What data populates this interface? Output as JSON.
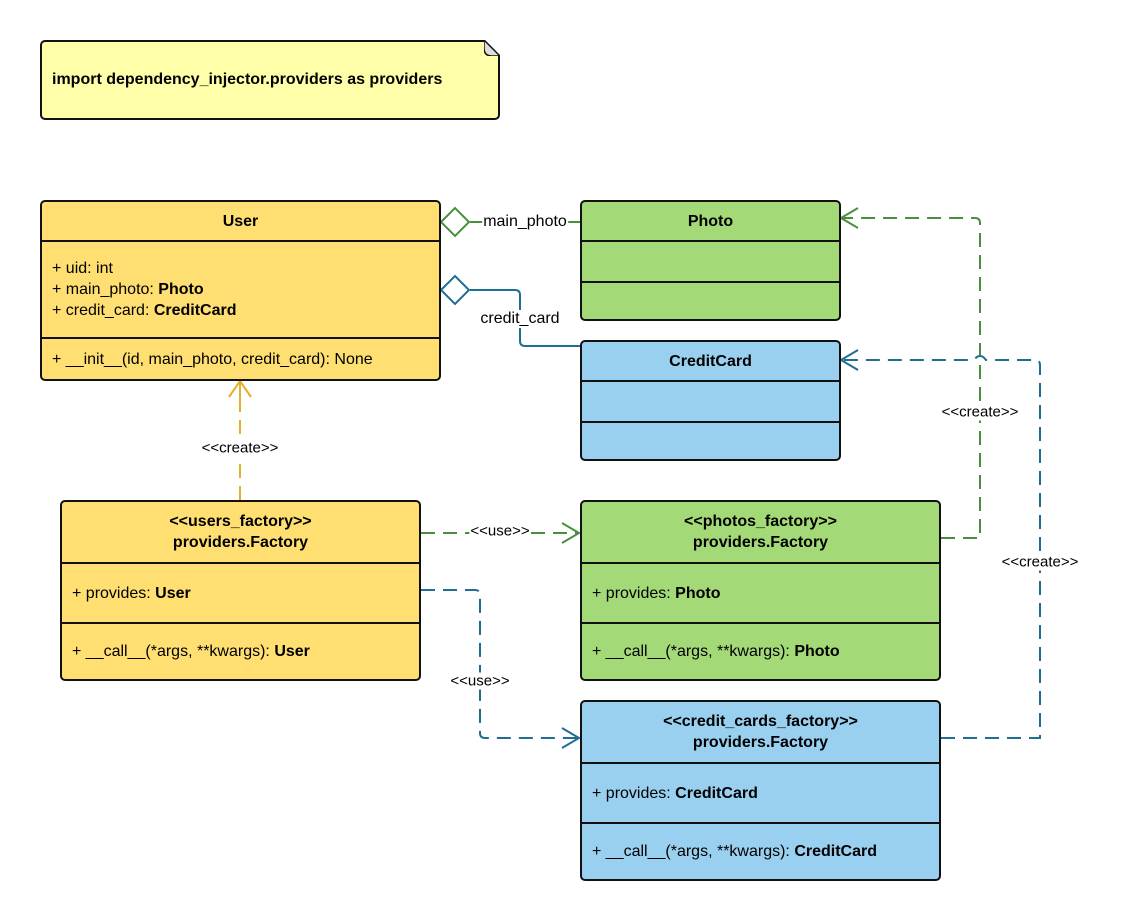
{
  "note": {
    "text": "import dependency_injector.providers as providers"
  },
  "classes": {
    "user": {
      "title": "User",
      "attrs": [
        {
          "prefix": "+ uid: int",
          "type": ""
        },
        {
          "prefix": "+ main_photo: ",
          "type": "Photo"
        },
        {
          "prefix": "+ credit_card: ",
          "type": "CreditCard"
        }
      ],
      "method": "+ __init__(id, main_photo, credit_card): None"
    },
    "photo": {
      "title": "Photo"
    },
    "credit_card": {
      "title": "CreditCard"
    },
    "users_factory": {
      "stereotype": "<<users_factory>>",
      "title": "providers.Factory",
      "provides_prefix": "+ provides: ",
      "provides_type": "User",
      "call_prefix": "+ __call__(*args, **kwargs): ",
      "call_type": "User"
    },
    "photos_factory": {
      "stereotype": "<<photos_factory>>",
      "title": "providers.Factory",
      "provides_prefix": "+ provides: ",
      "provides_type": "Photo",
      "call_prefix": "+ __call__(*args, **kwargs): ",
      "call_type": "Photo"
    },
    "credit_cards_factory": {
      "stereotype": "<<credit_cards_factory>>",
      "title": "providers.Factory",
      "provides_prefix": "+ provides: ",
      "provides_type": "CreditCard",
      "call_prefix": "+ __call__(*args, **kwargs): ",
      "call_type": "CreditCard"
    }
  },
  "connectors": {
    "main_photo": "main_photo",
    "credit_card": "credit_card",
    "users_create": "<<create>>",
    "use_photos": "<<use>>",
    "use_credit_cards": "<<use>>",
    "photos_create": "<<create>>",
    "credit_cards_create": "<<create>>"
  },
  "colors": {
    "yellow": "#ffdf71",
    "green": "#a3d977",
    "blue": "#99cfef",
    "green_line": "#4a8f3f",
    "blue_line": "#1f6e94",
    "yellow_line": "#e1b12c"
  }
}
